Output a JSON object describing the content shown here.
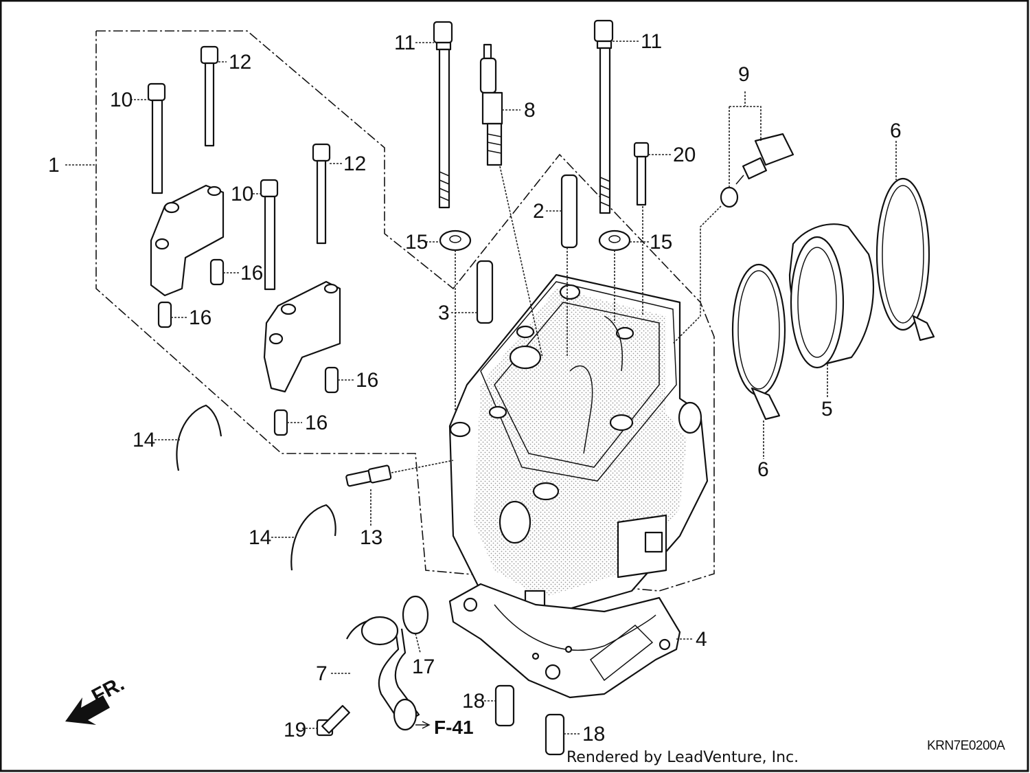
{
  "diagram": {
    "callouts": [
      {
        "id": "c1",
        "text": "1"
      },
      {
        "id": "c2",
        "text": "2"
      },
      {
        "id": "c3",
        "text": "3"
      },
      {
        "id": "c4",
        "text": "4"
      },
      {
        "id": "c5",
        "text": "5"
      },
      {
        "id": "c6a",
        "text": "6"
      },
      {
        "id": "c6b",
        "text": "6"
      },
      {
        "id": "c7",
        "text": "7"
      },
      {
        "id": "c8",
        "text": "8"
      },
      {
        "id": "c9",
        "text": "9"
      },
      {
        "id": "c10a",
        "text": "10"
      },
      {
        "id": "c10b",
        "text": "10"
      },
      {
        "id": "c11a",
        "text": "11"
      },
      {
        "id": "c11b",
        "text": "11"
      },
      {
        "id": "c12a",
        "text": "12"
      },
      {
        "id": "c12b",
        "text": "12"
      },
      {
        "id": "c13",
        "text": "13"
      },
      {
        "id": "c14a",
        "text": "14"
      },
      {
        "id": "c14b",
        "text": "14"
      },
      {
        "id": "c15a",
        "text": "15"
      },
      {
        "id": "c15b",
        "text": "15"
      },
      {
        "id": "c16a",
        "text": "16"
      },
      {
        "id": "c16b",
        "text": "16"
      },
      {
        "id": "c16c",
        "text": "16"
      },
      {
        "id": "c16d",
        "text": "16"
      },
      {
        "id": "c17",
        "text": "17"
      },
      {
        "id": "c18a",
        "text": "18"
      },
      {
        "id": "c18b",
        "text": "18"
      },
      {
        "id": "c19",
        "text": "19"
      },
      {
        "id": "c20",
        "text": "20"
      }
    ],
    "front_arrow_label": "FR.",
    "page_reference": "F-41",
    "drawing_code": "KRN7E0200A",
    "credit": "Rendered by LeadVenture, Inc."
  }
}
